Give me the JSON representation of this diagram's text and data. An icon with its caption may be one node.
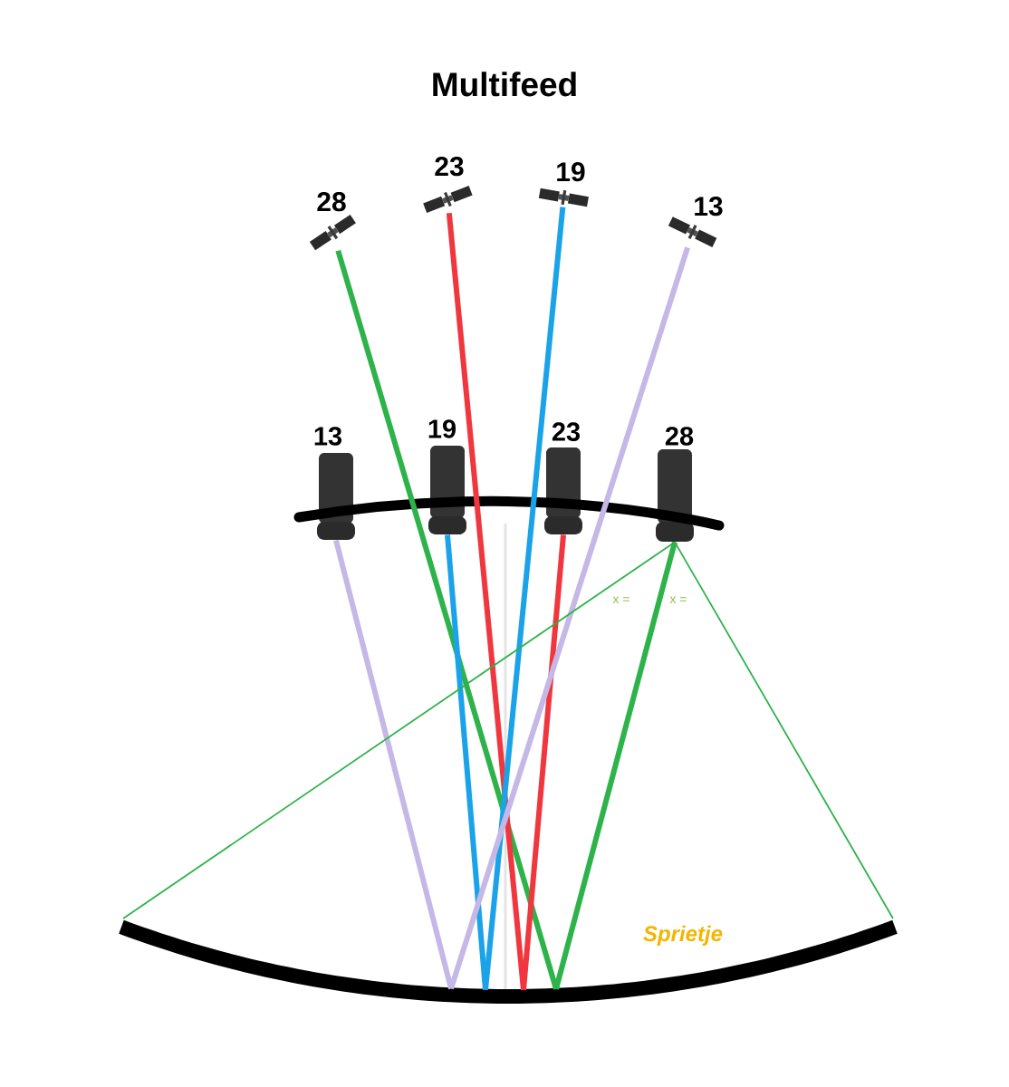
{
  "diagram": {
    "title": "Multifeed",
    "nodes": [
      {
        "text": [
          "28"
        ]
      },
      {
        "text": [
          "23"
        ]
      },
      {
        "text": [
          "19"
        ]
      },
      {
        "text": [
          "13"
        ]
      },
      {
        "text": [
          "13"
        ]
      },
      {
        "text": [
          "19"
        ]
      },
      {
        "text": [
          "23"
        ]
      },
      {
        "text": [
          "28"
        ]
      },
      {
        "text": [],
        "shape": "dish"
      }
    ],
    "edges": [
      {
        "from": 0,
        "to": 8,
        "arrow": "none",
        "color": "#2db34a"
      },
      {
        "from": 8,
        "to": 7,
        "arrow": "none",
        "color": "#2db34a"
      },
      {
        "from": 1,
        "to": 8,
        "arrow": "none",
        "color": "#f0363e"
      },
      {
        "from": 8,
        "to": 6,
        "arrow": "none",
        "color": "#f0363e"
      },
      {
        "from": 2,
        "to": 8,
        "arrow": "none",
        "color": "#1aa3e8"
      },
      {
        "from": 8,
        "to": 5,
        "arrow": "none",
        "color": "#1aa3e8"
      },
      {
        "from": 3,
        "to": 8,
        "arrow": "none",
        "color": "#c5b8e6"
      },
      {
        "from": 8,
        "to": 4,
        "arrow": "none",
        "color": "#c5b8e6"
      },
      {
        "from": 7,
        "to": 8,
        "arrow": "none",
        "color": "#2db34a"
      },
      {
        "from": 7,
        "to": 8,
        "arrow": "none",
        "color": "#2db34a"
      }
    ],
    "labels": [
      "x =",
      "x =",
      "Sprietje"
    ]
  }
}
